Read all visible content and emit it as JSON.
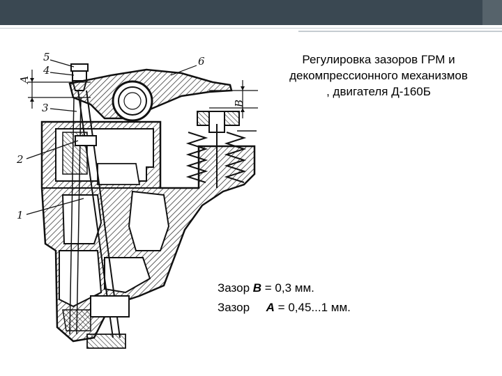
{
  "slide": {
    "title_lines": [
      "Регулировка зазоров  ГРМ и",
      "декомпрессионного механизмов",
      ", двигателя Д-160Б"
    ],
    "notes": [
      {
        "prefix": "Зазор ",
        "var": "В",
        "value": " = 0,3 мм."
      },
      {
        "prefix": "Зазор     ",
        "var": "А",
        "value": " = 0,45...1 мм."
      }
    ]
  },
  "diagram": {
    "labels": [
      "5",
      "4",
      "6",
      "А",
      "В",
      "3",
      "2",
      "1"
    ],
    "colors": {
      "ink": "#111111",
      "hatch": "#222222",
      "bar": "#3a4852"
    }
  }
}
